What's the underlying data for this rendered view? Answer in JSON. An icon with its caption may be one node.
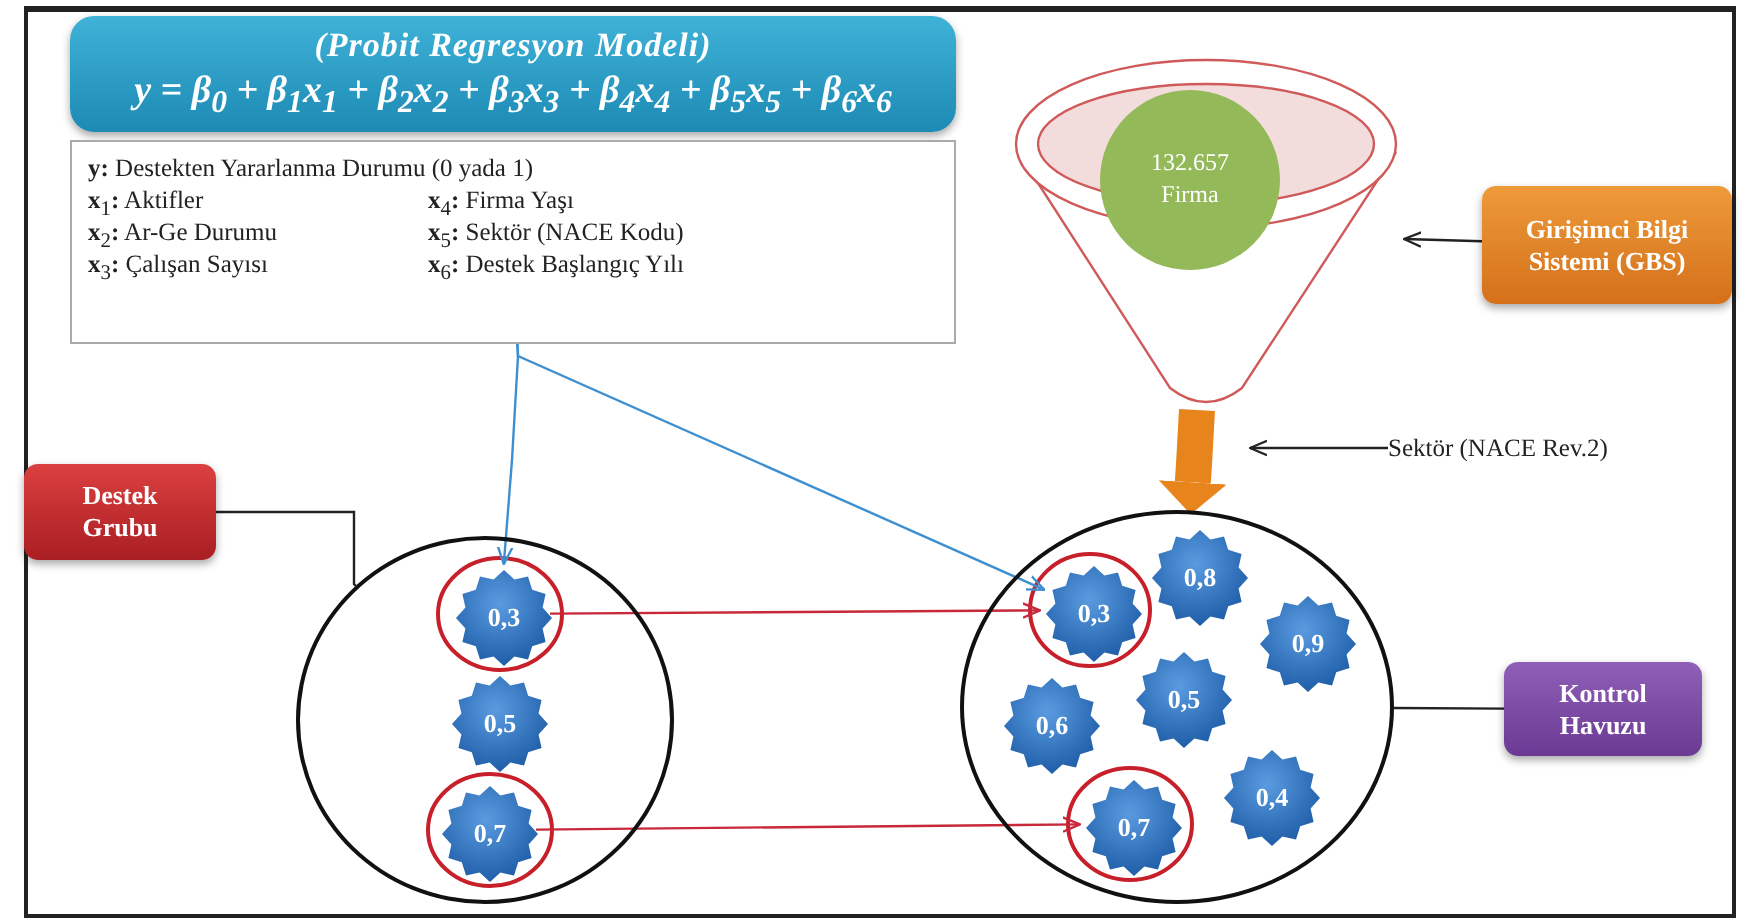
{
  "diagram": {
    "nodes": [
      {
        "text": [
          "(Probit Regresyon Modeli)",
          "y = β$_{0}$ + β$_{1}$x$_{1}$ + β$_{2}$x$_{2}$ + β$_{3}$x$_{3}$ + β$_{4}$x$_{4}$ + β$_{5}$x$_{5}$ + β$_{6}$x$_{6}$"
        ]
      },
      {
        "text": [
          "**y:** Destekten Yararlanma Durumu (0 yada 1)",
          "**x**$_{1}$**:** Aktifler",
          "**x**$_{4}$**:** Firma Yaşı",
          "**x**$_{2}$**:** Ar-Ge Durumu",
          "**x**$_{5}$**:** Sektör (NACE Kodu)",
          "**x**$_{3}$**:** Çalışan Sayısı",
          "**x**$_{6}$**:** Destek Başlangıç Yılı"
        ]
      },
      {
        "text": [],
        "shape": "funnel"
      },
      {
        "text": [
          "132.657 Firma"
        ]
      },
      {
        "text": [
          "Girişimci Bilgi Sistemi (GBS)"
        ]
      },
      {
        "text": [
          "Sektör (NACE Rev.2)"
        ]
      },
      {
        "text": [
          "Destek Grubu"
        ]
      },
      {
        "text": [],
        "shape": "circle"
      },
      {
        "text": [
          "0,3"
        ],
        "in": 7
      },
      {
        "text": [
          "0,5"
        ],
        "in": 7
      },
      {
        "text": [
          "0,7"
        ],
        "in": 7
      },
      {
        "text": [],
        "shape": "circle"
      },
      {
        "text": [
          "0,3"
        ],
        "in": 11
      },
      {
        "text": [
          "0,8"
        ],
        "in": 11
      },
      {
        "text": [
          "0,9"
        ],
        "in": 11
      },
      {
        "text": [
          "0,6"
        ],
        "in": 11
      },
      {
        "text": [
          "0,5"
        ],
        "in": 11
      },
      {
        "text": [
          "0,4"
        ],
        "in": 11
      },
      {
        "text": [
          "0,7"
        ],
        "in": 11
      },
      {
        "text": [
          "Kontrol Havuzu"
        ]
      }
    ],
    "edges": [
      {
        "from": 4,
        "to": 2,
        "arrow": "to"
      },
      {
        "from": 5,
        "to": null,
        "arrow": "to"
      },
      {
        "from": 2,
        "to": 11,
        "arrow": "to",
        "style": "thick",
        "color": "#e8841c"
      },
      {
        "from": 1,
        "to": 8,
        "arrow": "to",
        "color": "#3d8fd0"
      },
      {
        "from": 1,
        "to": 12,
        "arrow": "to",
        "color": "#3d8fd0"
      },
      {
        "from": 8,
        "to": 12,
        "arrow": "to",
        "color": "#c8283a"
      },
      {
        "from": 10,
        "to": 18,
        "arrow": "to",
        "color": "#c8283a"
      },
      {
        "from": 6,
        "to": 7,
        "arrow": "none"
      },
      {
        "from": 19,
        "to": 11,
        "arrow": "none"
      }
    ]
  }
}
